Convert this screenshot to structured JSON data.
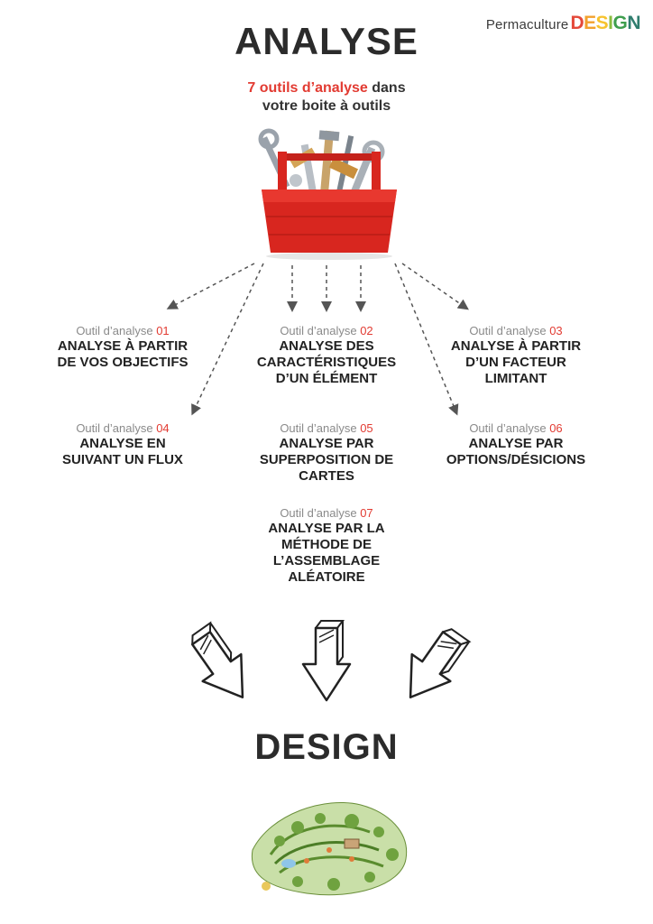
{
  "brand": {
    "prefix": "Permaculture",
    "wordmark": [
      "D",
      "E",
      "S",
      "I",
      "G",
      "N"
    ]
  },
  "header": {
    "title": "ANALYSE",
    "subtitle_accent": "7 outils d’analyse",
    "subtitle_rest_line1": " dans",
    "subtitle_line2": "votre boite à outils"
  },
  "tools": [
    {
      "kicker": "Outil d’analyse ",
      "number": "01",
      "title_lines": [
        "ANALYSE À PARTIR",
        "DE VOS OBJECTIFS"
      ]
    },
    {
      "kicker": "Outil d’analyse ",
      "number": "02",
      "title_lines": [
        "ANALYSE DES",
        "CARACTÉRISTIQUES",
        "D’UN ÉLÉMENT"
      ]
    },
    {
      "kicker": "Outil d’analyse ",
      "number": "03",
      "title_lines": [
        "ANALYSE À PARTIR",
        "D’UN FACTEUR",
        "LIMITANT"
      ]
    },
    {
      "kicker": "Outil d’analyse ",
      "number": "04",
      "title_lines": [
        "ANALYSE EN",
        "SUIVANT UN FLUX"
      ]
    },
    {
      "kicker": "Outil d’analyse ",
      "number": "05",
      "title_lines": [
        "ANALYSE PAR",
        "SUPERPOSITION DE",
        "CARTES"
      ]
    },
    {
      "kicker": "Outil d’analyse ",
      "number": "06",
      "title_lines": [
        "ANALYSE PAR",
        "OPTIONS/DÉSICIONS"
      ]
    },
    {
      "kicker": "Outil d’analyse ",
      "number": "07",
      "title_lines": [
        "ANALYSE PAR LA",
        "MÉTHODE DE",
        "L’ASSEMBLAGE",
        "ALÉATOIRE"
      ]
    }
  ],
  "footer": {
    "title": "DESIGN"
  },
  "icons": [
    "toolbox-icon",
    "dashed-arrow-icon",
    "hand-drawn-arrow-icon",
    "garden-plan-illustration"
  ],
  "colors": {
    "accent": "#e23b32",
    "text": "#2b2b2b",
    "muted": "#8a8a8a",
    "toolbox": "#d8261f"
  }
}
